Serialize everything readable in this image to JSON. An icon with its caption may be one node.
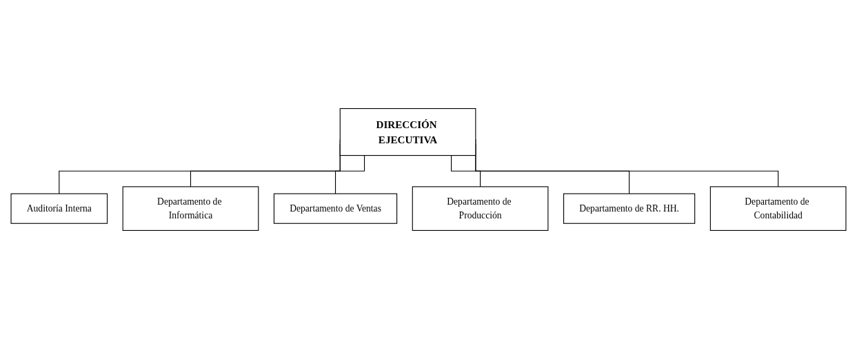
{
  "diagram": {
    "nodes": [
      {
        "text": [
          "DIRECCIÓN EJECUTIVA"
        ]
      },
      {
        "text": [
          "Auditoría Interna"
        ]
      },
      {
        "text": [
          "Departamento de Informática"
        ]
      },
      {
        "text": [
          "Departamento de Ventas"
        ]
      },
      {
        "text": [
          "Departamento de Producción"
        ]
      },
      {
        "text": [
          "Departamento de RR. HH."
        ]
      },
      {
        "text": [
          "Departamento de Contabilidad"
        ]
      }
    ],
    "edges": [
      {
        "from": 0,
        "to": 1,
        "arrow": "none"
      },
      {
        "from": 0,
        "to": 2,
        "arrow": "none"
      },
      {
        "from": 0,
        "to": 3,
        "arrow": "none"
      },
      {
        "from": 0,
        "to": 4,
        "arrow": "none"
      },
      {
        "from": 0,
        "to": 5,
        "arrow": "none"
      },
      {
        "from": 0,
        "to": 6,
        "arrow": "none"
      }
    ]
  }
}
